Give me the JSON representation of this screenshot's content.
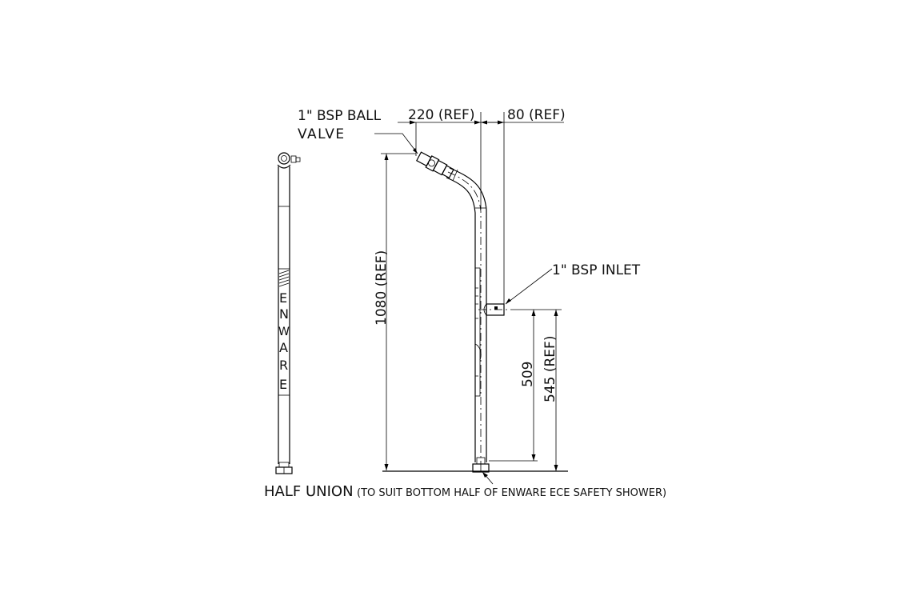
{
  "drawing": {
    "labels": {
      "ball_valve_line1": "1\" BSP BALL",
      "ball_valve_line2": "VALVE",
      "inlet": "1\" BSP INLET",
      "half_union": "HALF UNION",
      "half_union_note": "(TO SUIT BOTTOM HALF OF ENWARE ECE SAFETY SHOWER)",
      "brand_vertical": "ENWARE"
    },
    "dimensions": {
      "width_top": "220 (REF)",
      "offset_inlet": "80 (REF)",
      "height_total": "1080 (REF)",
      "inlet_height": "509",
      "inlet_height_ref": "545 (REF)"
    },
    "colors": {
      "line": "#000000",
      "background": "#ffffff"
    }
  }
}
